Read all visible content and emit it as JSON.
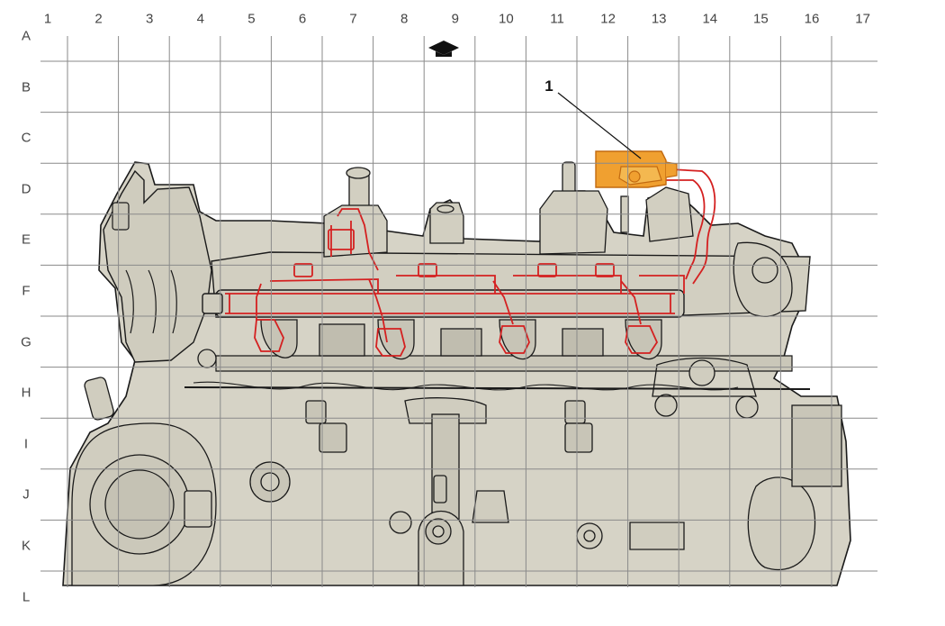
{
  "grid": {
    "columns": [
      "1",
      "2",
      "3",
      "4",
      "5",
      "6",
      "7",
      "8",
      "9",
      "10",
      "11",
      "12",
      "13",
      "14",
      "15",
      "16",
      "17"
    ],
    "rows": [
      "A",
      "B",
      "C",
      "D",
      "E",
      "F",
      "G",
      "H",
      "I",
      "J",
      "K",
      "L"
    ]
  },
  "callouts": [
    {
      "label": "1"
    }
  ],
  "icons": {
    "orientation": "graduation-cap-icon"
  },
  "colors": {
    "engine_fill": "#d6d3c6",
    "engine_line": "#1a1a1a",
    "harness": "#d42020",
    "component_highlight": "#f0a030",
    "grid_line": "#8a8a8a"
  }
}
